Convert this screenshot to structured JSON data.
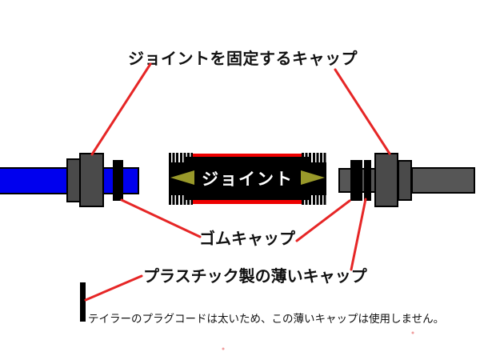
{
  "labels": {
    "fix_cap": "ジョイントを固定するキャップ",
    "joint": "ジョイント",
    "rubber_cap": "ゴムキャップ",
    "plastic_cap": "プラスチック製の薄いキャップ",
    "note": "テイラーのプラグコードは太いため、この薄いキャップは使用しません。"
  },
  "colors": {
    "left-cable": "#0000ee",
    "right-cable": "#565656",
    "cap-dark": "#4a4a4a",
    "joint-frame": "#ee0000",
    "joint-body": "#000000",
    "arrow-olive": "#99992a",
    "pointer-line": "#e62626",
    "label-text": "#111111"
  }
}
